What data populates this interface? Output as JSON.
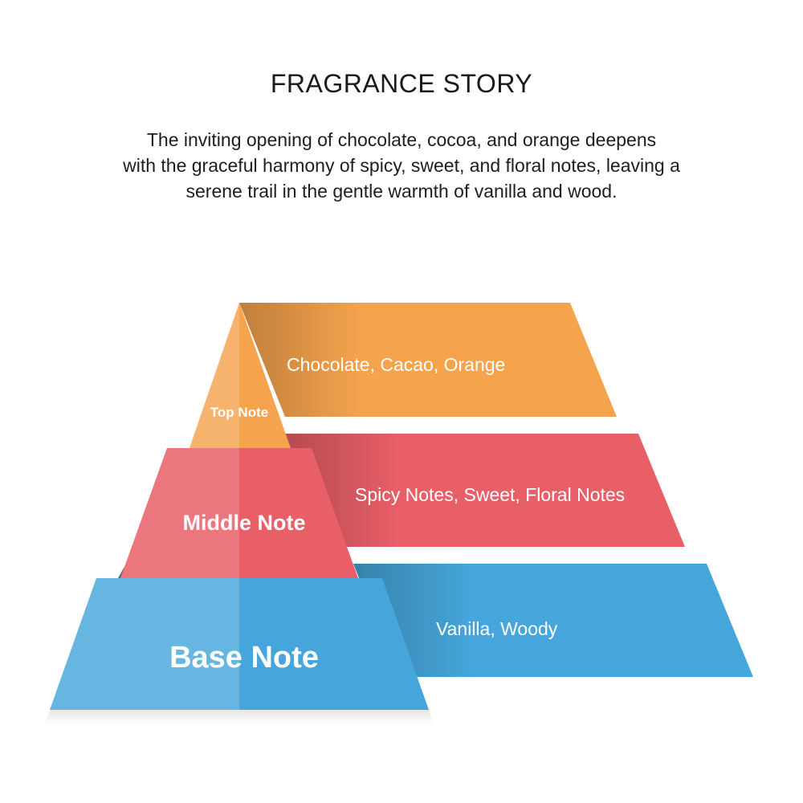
{
  "title": "FRAGRANCE STORY",
  "description_lines": [
    "The inviting opening of chocolate, cocoa, and orange deepens",
    "with the graceful harmony of spicy, sweet, and floral notes, leaving a",
    "serene trail in the gentle warmth of vanilla and wood."
  ],
  "tiers": [
    {
      "id": "top",
      "label": "Top Note",
      "notes": "Chocolate, Cacao, Orange",
      "color": "#F5A34D"
    },
    {
      "id": "middle",
      "label": "Middle Note",
      "notes": "Spicy Notes, Sweet, Floral Notes",
      "color": "#E95F68"
    },
    {
      "id": "base",
      "label": "Base Note",
      "notes": "Vanilla, Woody",
      "color": "#46A6DB"
    }
  ]
}
